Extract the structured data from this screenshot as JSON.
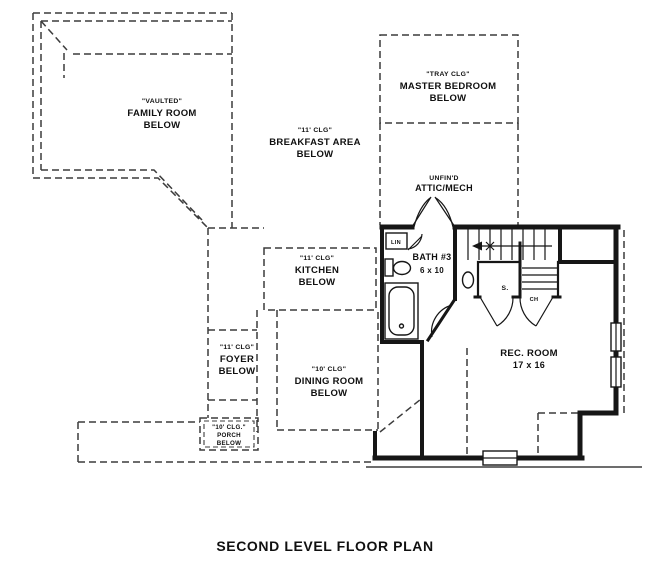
{
  "title": "SECOND LEVEL FLOOR PLAN",
  "rooms": {
    "family_room": {
      "ceiling": "\"VAULTED\"",
      "name": "FAMILY ROOM",
      "status": "BELOW"
    },
    "master_bedroom": {
      "ceiling": "\"TRAY CLG\"",
      "name": "MASTER BEDROOM",
      "status": "BELOW"
    },
    "breakfast_area": {
      "ceiling": "\"11' CLG\"",
      "name": "BREAKFAST AREA",
      "status": "BELOW"
    },
    "attic": {
      "ceiling": "UNFIN'D",
      "name": "ATTIC/MECH"
    },
    "kitchen": {
      "ceiling": "\"11' CLG\"",
      "name": "KITCHEN",
      "status": "BELOW"
    },
    "bath3": {
      "name": "BATH #3",
      "dimensions": "6 x 10"
    },
    "foyer": {
      "ceiling": "\"11' CLG\"",
      "name": "FOYER",
      "status": "BELOW"
    },
    "dining_room": {
      "ceiling": "\"10' CLG\"",
      "name": "DINING ROOM",
      "status": "BELOW"
    },
    "rec_room": {
      "name": "REC. ROOM",
      "dimensions": "17 x 16"
    },
    "porch": {
      "ceiling": "\"10' CLG.\"",
      "name": "PORCH",
      "status": "BELOW"
    }
  },
  "annotations": {
    "linen_closet": "LIN",
    "storage_closet": "S.",
    "chase": "CH"
  },
  "colors": {
    "wall": "#161616",
    "dashed_line": "#3c3c3c",
    "background": "#ffffff"
  }
}
